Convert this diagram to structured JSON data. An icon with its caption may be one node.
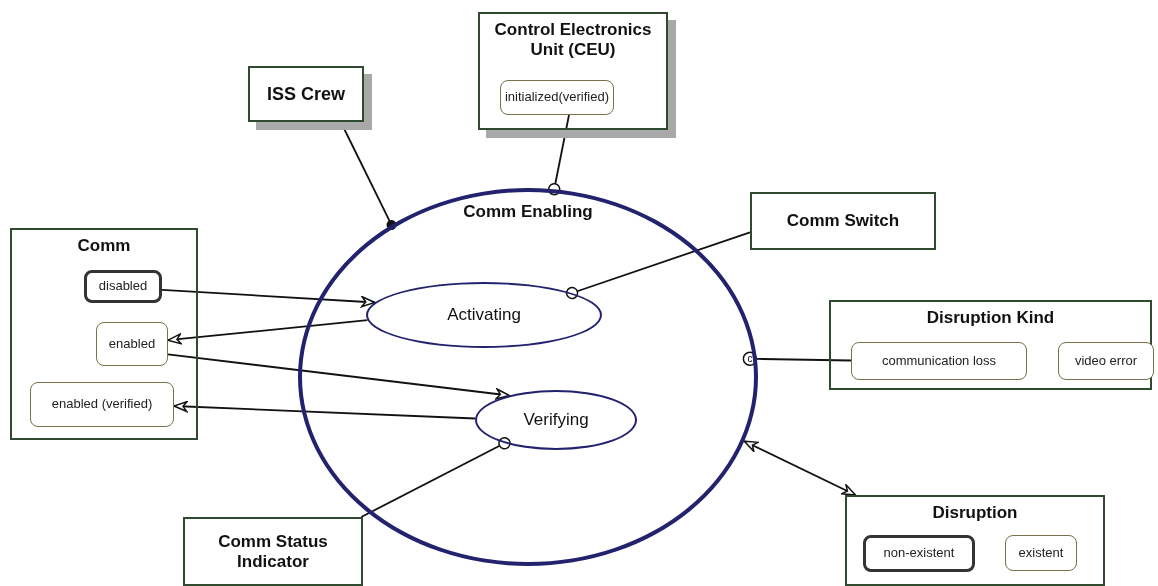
{
  "diagram": {
    "nodes": [
      {
        "text": [
          "ISS Crew"
        ]
      },
      {
        "text": [
          "Control Electronics Unit (CEU)"
        ]
      },
      {
        "text": [
          "initialized(verified)"
        ],
        "in": 1
      },
      {
        "text": [
          "Comm Enabling"
        ]
      },
      {
        "text": [
          "Activating"
        ],
        "in": 3
      },
      {
        "text": [
          "Verifying"
        ],
        "in": 3
      },
      {
        "text": [
          "Comm Switch"
        ]
      },
      {
        "text": [
          "Comm"
        ]
      },
      {
        "text": [
          "disabled"
        ],
        "in": 7
      },
      {
        "text": [
          "enabled"
        ],
        "in": 7
      },
      {
        "text": [
          "enabled (verified)"
        ],
        "in": 7
      },
      {
        "text": [
          "Disruption Kind"
        ]
      },
      {
        "text": [
          "communication loss"
        ],
        "in": 11
      },
      {
        "text": [
          "video error"
        ],
        "in": 11
      },
      {
        "text": [
          "Comm Status Indicator"
        ]
      },
      {
        "text": [
          "Disruption"
        ]
      },
      {
        "text": [
          "non-existent"
        ],
        "in": 15
      },
      {
        "text": [
          "existent"
        ],
        "in": 15
      }
    ],
    "edges": [
      {
        "from": 0,
        "to": 3,
        "arrow": "other"
      },
      {
        "from": 2,
        "to": 3,
        "arrow": "other"
      },
      {
        "from": 6,
        "to": 4,
        "arrow": "other"
      },
      {
        "from": 8,
        "to": 4,
        "arrow": "to"
      },
      {
        "from": 4,
        "to": 9,
        "arrow": "to"
      },
      {
        "from": 9,
        "to": 5,
        "arrow": "to"
      },
      {
        "from": 5,
        "to": 10,
        "arrow": "to"
      },
      {
        "from": 12,
        "to": 3,
        "arrow": "other",
        "label": "c"
      },
      {
        "from": 14,
        "to": 5,
        "arrow": "other"
      },
      {
        "from": 3,
        "to": 15,
        "arrow": "both"
      }
    ]
  }
}
